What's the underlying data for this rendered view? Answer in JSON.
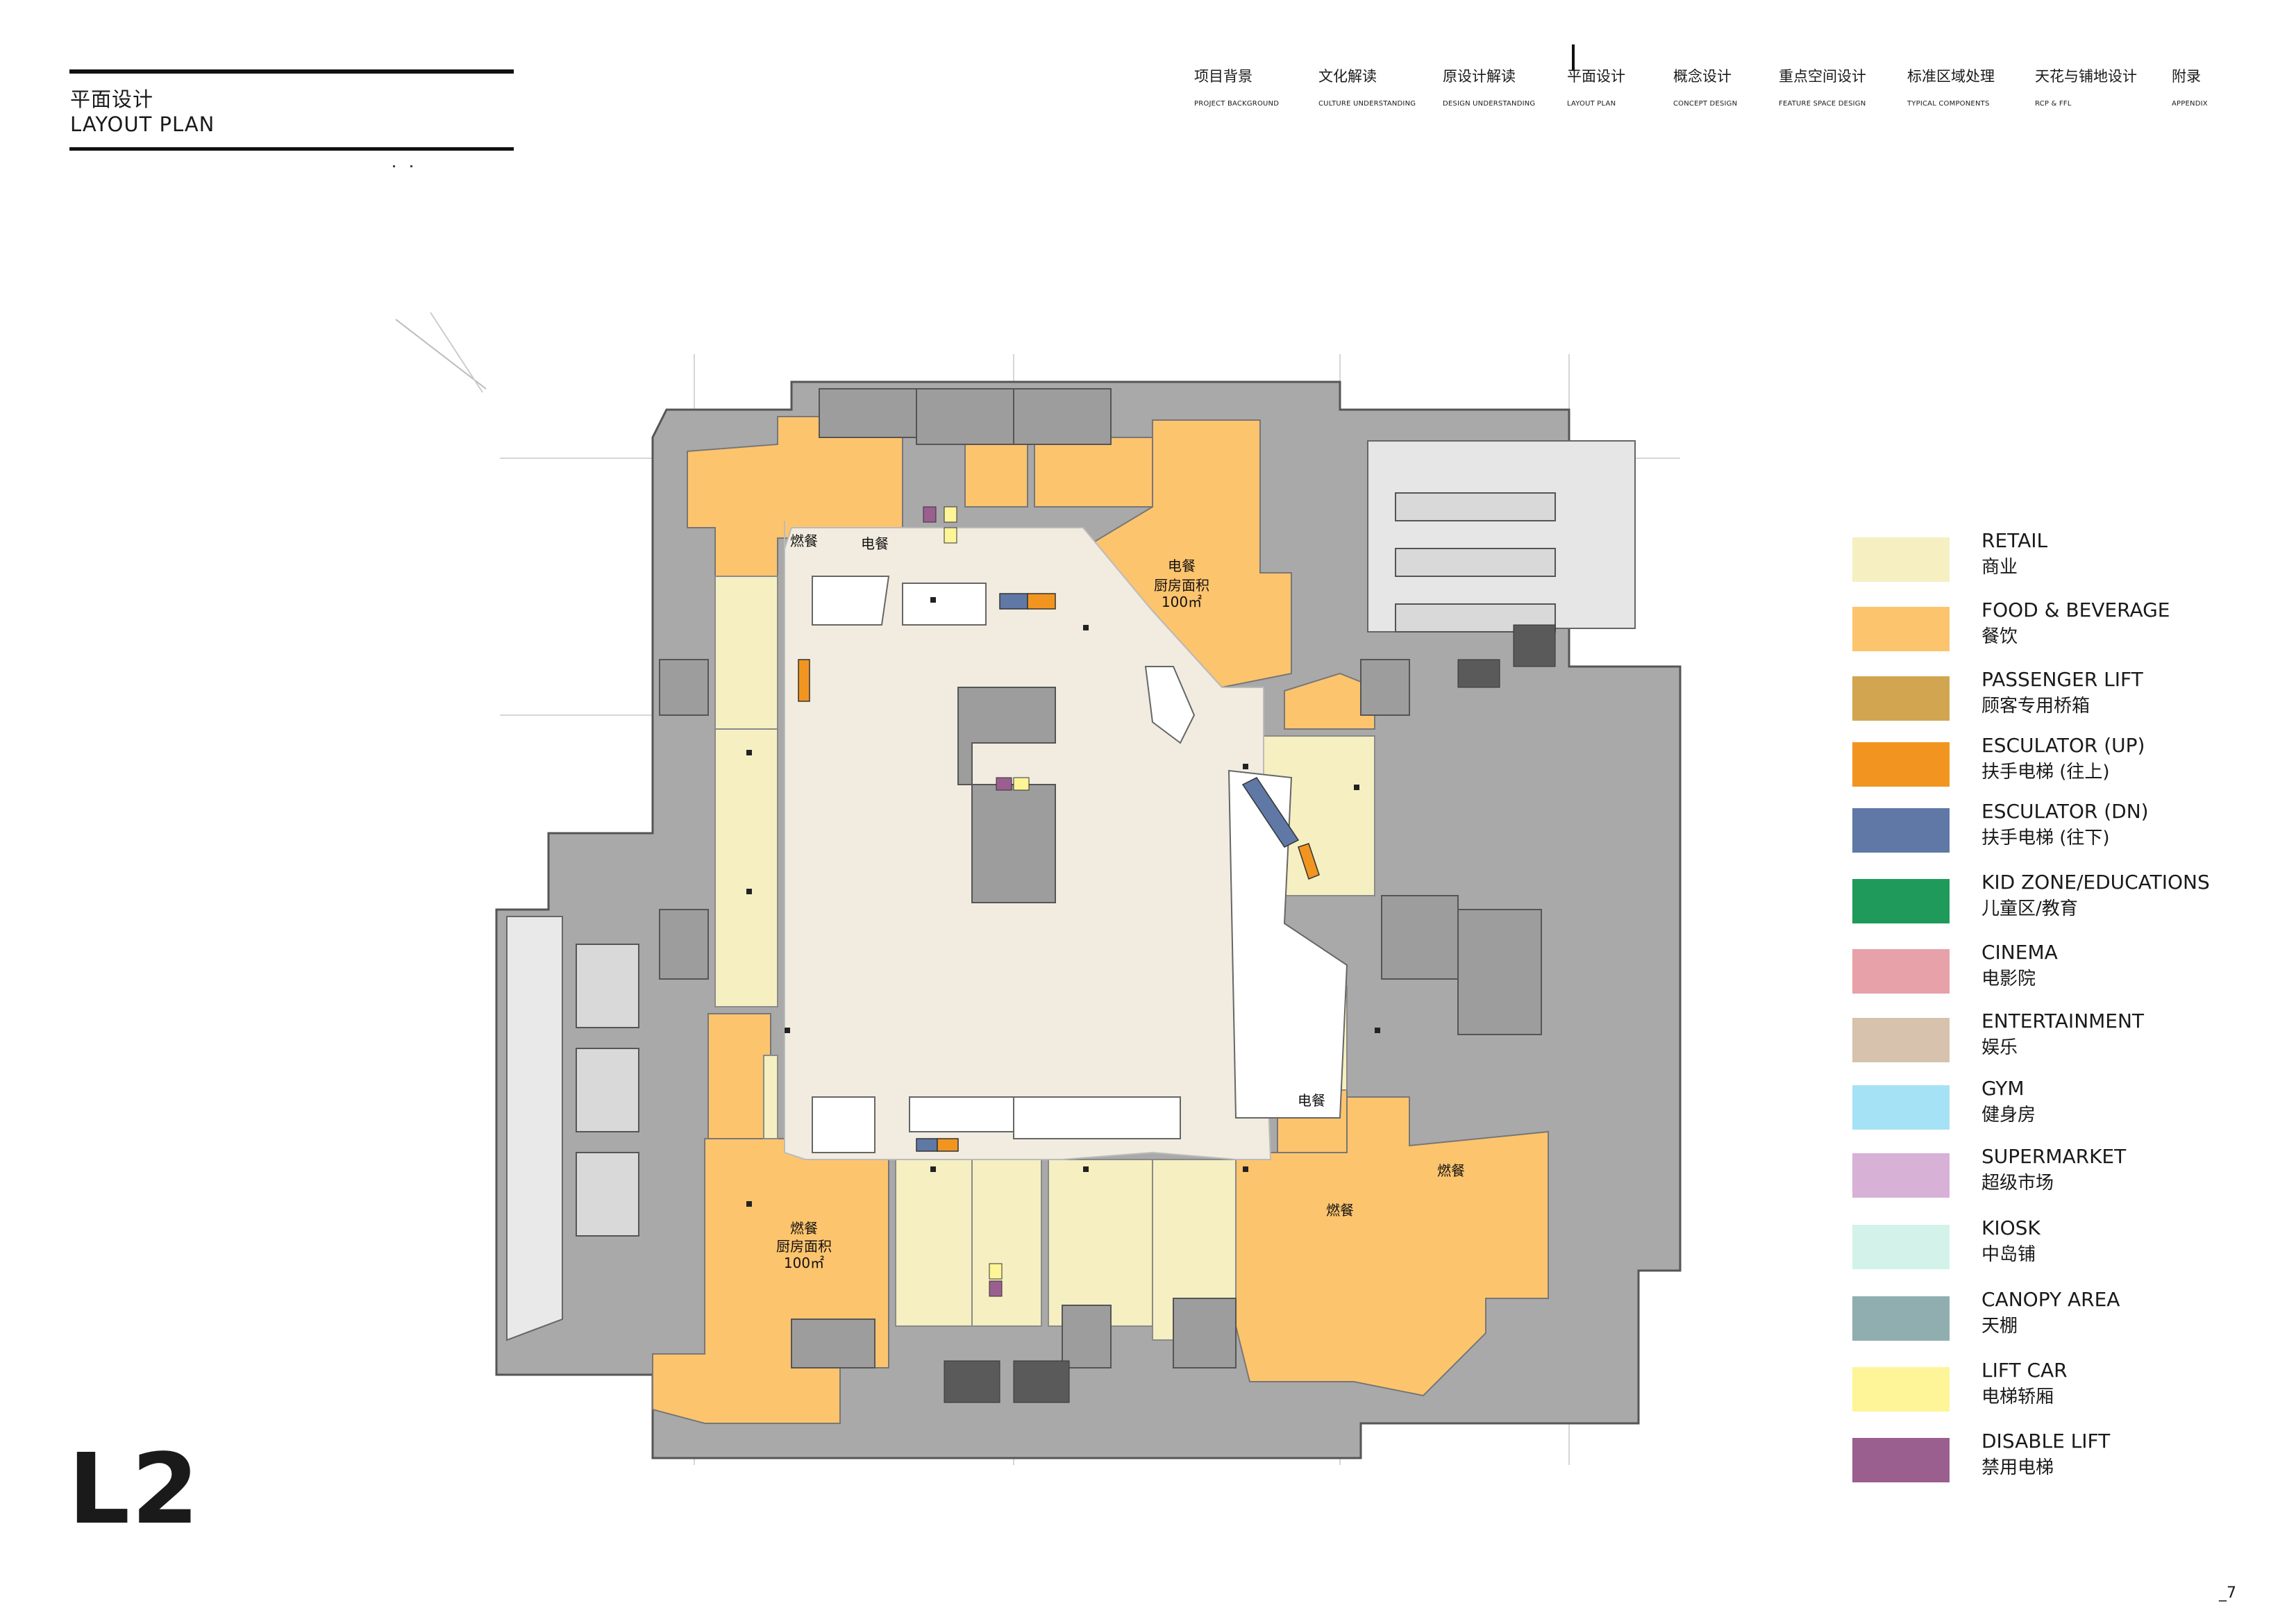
{
  "header": {
    "title_zh": "平面设计",
    "title_en": "LAYOUT PLAN"
  },
  "nav": [
    {
      "zh": "项目背景",
      "en": "PROJECT BACKGROUND"
    },
    {
      "zh": "文化解读",
      "en": "CULTURE UNDERSTANDING"
    },
    {
      "zh": "原设计解读",
      "en": "DESIGN UNDERSTANDING"
    },
    {
      "zh": "平面设计",
      "en": "LAYOUT PLAN",
      "active": true
    },
    {
      "zh": "概念设计",
      "en": "CONCEPT DESIGN"
    },
    {
      "zh": "重点空间设计",
      "en": "FEATURE SPACE DESIGN"
    },
    {
      "zh": "标准区域处理",
      "en": "TYPICAL COMPONENTS"
    },
    {
      "zh": "天花与铺地设计",
      "en": "RCP & FFL"
    },
    {
      "zh": "附录",
      "en": "APPENDIX"
    }
  ],
  "plan": {
    "labels": {
      "ranCan": "燃餐",
      "dianCan": "电餐",
      "kitchenArea": "厨房面积",
      "area100": "100㎡"
    }
  },
  "legend": [
    {
      "en": "RETAIL",
      "zh": "商业",
      "color": "#f5efc2"
    },
    {
      "en": "FOOD & BEVERAGE",
      "zh": "餐饮",
      "color": "#fdc46e"
    },
    {
      "en": "PASSENGER LIFT",
      "zh": "顾客专用桥箱",
      "color": "#d2a650"
    },
    {
      "en": "ESCULATOR (UP)",
      "zh": "扶手电梯 (往上)",
      "color": "#f29520"
    },
    {
      "en": "ESCULATOR (DN)",
      "zh": "扶手电梯 (往下)",
      "color": "#5f78a6"
    },
    {
      "en": "KID ZONE/EDUCATIONS",
      "zh": "儿童区/教育",
      "color": "#1f9a5a"
    },
    {
      "en": "CINEMA",
      "zh": "电影院",
      "color": "#e7a1a8"
    },
    {
      "en": "ENTERTAINMENT",
      "zh": "娱乐",
      "color": "#d6c2ad"
    },
    {
      "en": "GYM",
      "zh": "健身房",
      "color": "#a6e2f5"
    },
    {
      "en": "SUPERMARKET",
      "zh": "超级市场",
      "color": "#d7b1d6"
    },
    {
      "en": "KIOSK",
      "zh": "中岛铺",
      "color": "#d3f2ea"
    },
    {
      "en": "CANOPY AREA",
      "zh": "天棚",
      "color": "#90aeb0"
    },
    {
      "en": "LIFT CAR",
      "zh": "电梯轿厢",
      "color": "#fdf597"
    },
    {
      "en": "DISABLE LIFT",
      "zh": "禁用电梯",
      "color": "#9a5f8f"
    }
  ],
  "level": "L2",
  "page_number": "_7"
}
